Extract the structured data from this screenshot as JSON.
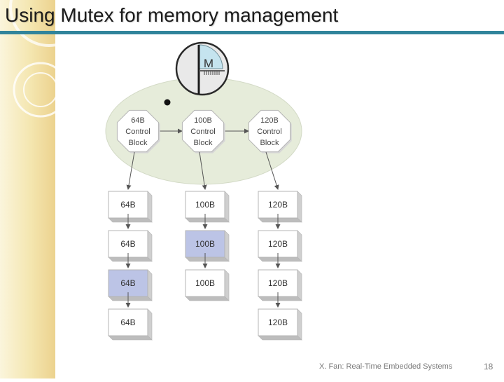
{
  "slide": {
    "title": "Using Mutex for memory management",
    "footer": "X. Fan: Real-Time Embedded Systems",
    "page_number": "18"
  },
  "colors": {
    "accent_rule": "#31849b",
    "pool_ellipse": "#e6ecda",
    "mutex_quadrant": "#c5e4ef",
    "allocated_block": "#bcc4e6",
    "free_block": "#ffffff"
  },
  "mutex": {
    "label": "M"
  },
  "control_blocks": [
    {
      "size": "64B",
      "line1": "Control",
      "line2": "Block"
    },
    {
      "size": "100B",
      "line1": "Control",
      "line2": "Block"
    },
    {
      "size": "120B",
      "line1": "Control",
      "line2": "Block"
    }
  ],
  "pools": [
    {
      "blocks": [
        {
          "label": "64B",
          "allocated": false
        },
        {
          "label": "64B",
          "allocated": false
        },
        {
          "label": "64B",
          "allocated": true
        },
        {
          "label": "64B",
          "allocated": false
        }
      ]
    },
    {
      "blocks": [
        {
          "label": "100B",
          "allocated": false
        },
        {
          "label": "100B",
          "allocated": true
        },
        {
          "label": "100B",
          "allocated": false
        }
      ]
    },
    {
      "blocks": [
        {
          "label": "120B",
          "allocated": false
        },
        {
          "label": "120B",
          "allocated": false
        },
        {
          "label": "120B",
          "allocated": false
        },
        {
          "label": "120B",
          "allocated": false
        }
      ]
    }
  ]
}
